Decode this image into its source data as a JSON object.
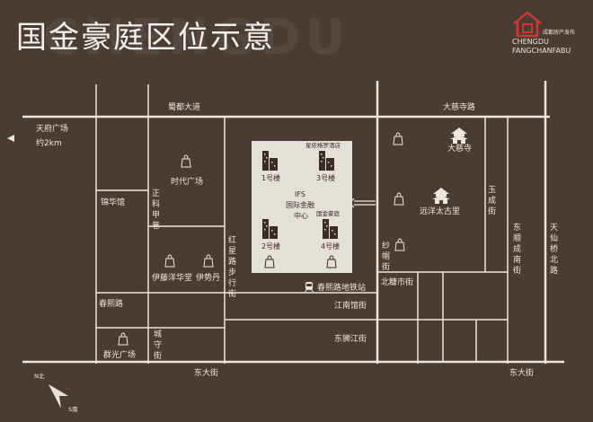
{
  "header": {
    "title": "国金豪庭区位示意",
    "ghost_text": "CHENGDU",
    "brand_cn": "成都房产发布",
    "brand_en_line1": "CHENGDU",
    "brand_en_line2": "FANGCHANFABU",
    "brand_color": "#c93a33"
  },
  "roads": {
    "shudu": "蜀都大道",
    "daci_road": "大慈寺路",
    "tianfu": "天府广场",
    "tianfu_dist": "约2km",
    "jinhua": "锦华馆",
    "zhengke_1": "正",
    "zhengke_2": "科",
    "zhengke_3": "甲",
    "zhengke_4": "巷",
    "hongxing_1": "红",
    "hongxing_2": "星",
    "hongxing_3": "路",
    "hongxing_4": "步",
    "hongxing_5": "行",
    "hongxing_6": "街",
    "chunxi": "春熙路",
    "jiangnan": "江南馆街",
    "dongjiang": "东狮江街",
    "chengshou_1": "城",
    "chengshou_2": "守",
    "chengshou_3": "街",
    "dongda_left": "东大街",
    "dongda_right": "东大街",
    "beisuo": "北糠市街",
    "shamao_1": "纱",
    "shamao_2": "帽",
    "shamao_3": "街",
    "yucheng_1": "玉",
    "yucheng_2": "成",
    "yucheng_3": "街",
    "dongshun_1": "东",
    "dongshun_2": "顺",
    "dongshun_3": "成",
    "dongshun_4": "南",
    "dongshun_5": "街",
    "tianxian_1": "天",
    "tianxian_2": "仙",
    "tianxian_3": "桥",
    "tianxian_4": "北",
    "tianxian_5": "路"
  },
  "pois": {
    "times_square": "时代广场",
    "yiteng": "伊藤洋华堂",
    "isetan": "伊势丹",
    "qunguang": "群光广场",
    "daci_temple": "大慈寺",
    "yuanyang": "远洋太古里",
    "metro": "春熙路地铁站",
    "ifs_1": "IFS",
    "ifs_2": "国际金融",
    "ifs_3": "中心",
    "building1": "1号楼",
    "building2": "2号楼",
    "building3": "3号楼",
    "building4": "4号楼",
    "hotel": "星侬格罗酒店",
    "project": "国金豪庭"
  },
  "compass": {
    "north": "N北",
    "south": "S南"
  },
  "colors": {
    "background": "#4a3c33",
    "road": "#ece6dd",
    "ifs_block": "#e4dfd8",
    "text_dark": "#3a2d25"
  }
}
